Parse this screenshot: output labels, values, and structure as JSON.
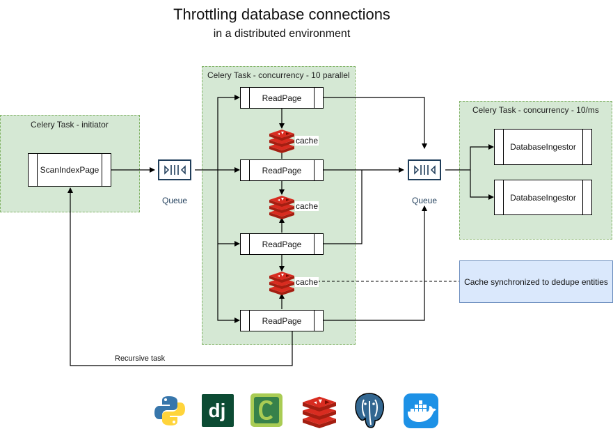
{
  "title": "Throttling database connections",
  "subtitle": "in a distributed environment",
  "groups": {
    "initiator": {
      "label": "Celery Task - initiator"
    },
    "parallel": {
      "label": "Celery Task - concurrency - 10 parallel"
    },
    "rate": {
      "label": "Celery Task - concurrency - 10/ms"
    }
  },
  "nodes": {
    "scan_index": "ScanIndexPage",
    "read_page": "ReadPage",
    "database_ingestor": "DatabaseIngestor"
  },
  "queue_label": "Queue",
  "cache_label": "cache",
  "note": "Cache synchronized to dedupe entities",
  "edge_label": "Recursive task",
  "logos": [
    "python-logo",
    "django-logo",
    "celery-logo",
    "redis-logo",
    "postgresql-logo",
    "docker-logo"
  ],
  "colors": {
    "group_fill": "#d5e8d4",
    "group_border": "#82b366",
    "note_fill": "#dae8fc",
    "note_border": "#6c8ebf",
    "redis_red": "#c6302b",
    "queue_blue": "#1f3d5a",
    "django_green": "#0c4b33",
    "celery_green": "#a9cc54",
    "postgres_blue": "#336791",
    "docker_blue": "#1d91e6"
  }
}
